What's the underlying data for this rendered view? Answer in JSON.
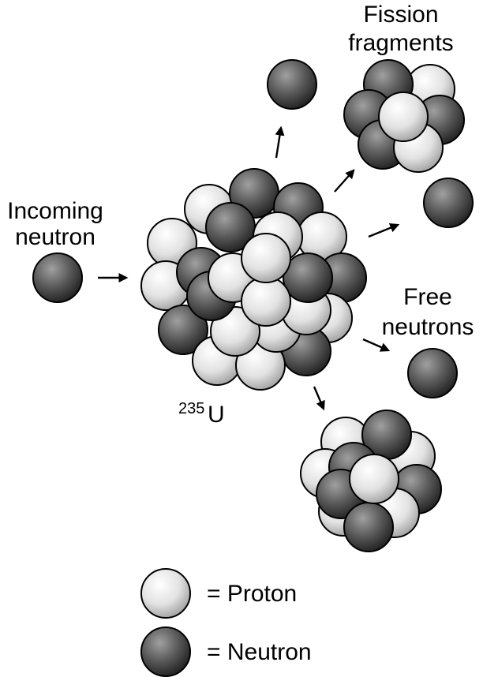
{
  "labels": {
    "incoming_line1": "Incoming",
    "incoming_line2": "neutron",
    "fission_line1": "Fission",
    "fission_line2": "fragments",
    "free_line1": "Free",
    "free_line2": "neutrons",
    "uranium_mass": "235",
    "uranium_symbol": "U"
  },
  "legend": {
    "proton_label": "= Proton",
    "neutron_label": "= Neutron"
  },
  "colors": {
    "proton_light": "#ffffff",
    "proton_dark": "#b4b4b4",
    "neutron_light": "#9a9a9a",
    "neutron_dark": "#2e2e2e",
    "outline": "#000000"
  }
}
